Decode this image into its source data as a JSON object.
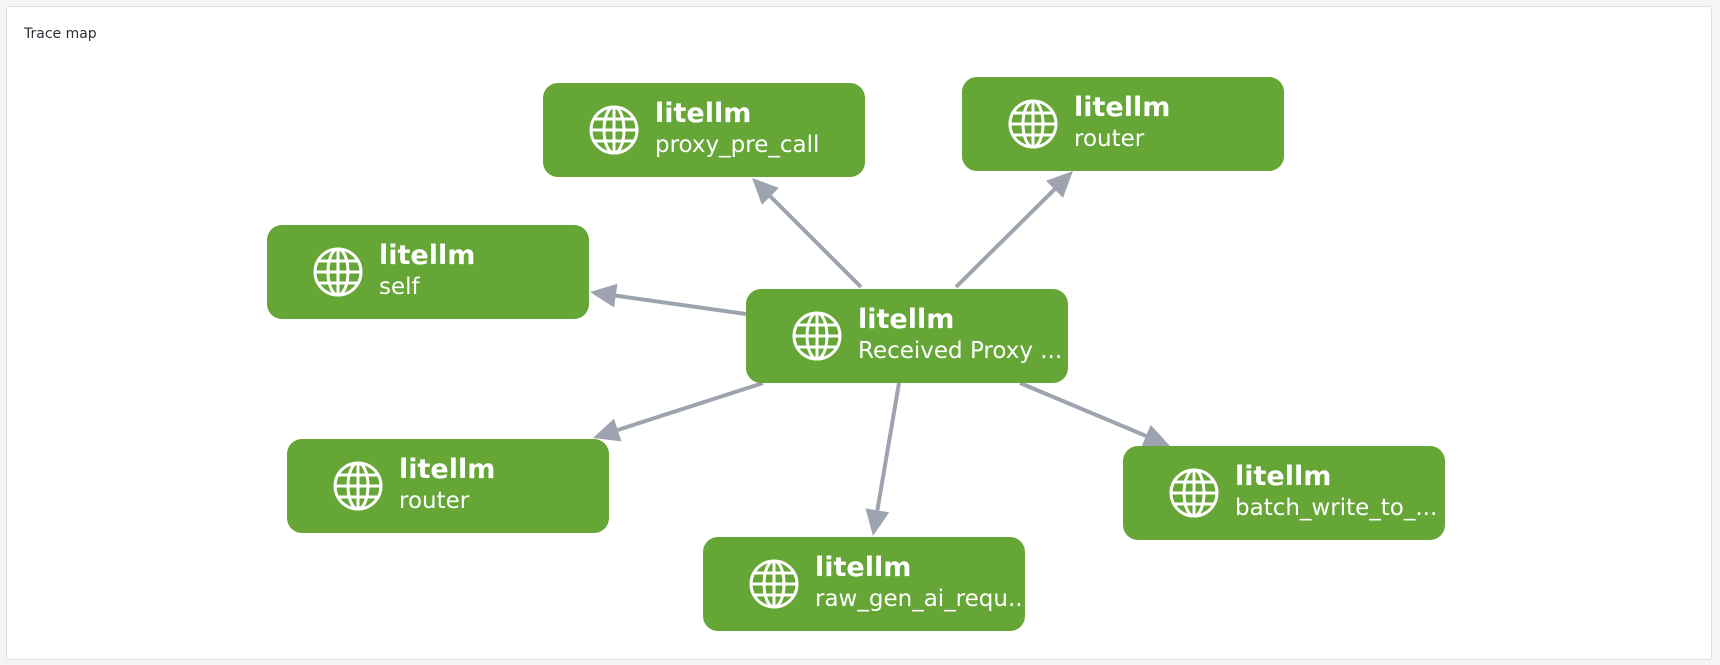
{
  "panel": {
    "title": "Trace map"
  },
  "colors": {
    "node_fill": "#65a637",
    "edge": "#9ea4af",
    "text": "#ffffff"
  },
  "icons": {
    "node_icon": "globe-icon"
  },
  "nodes": [
    {
      "id": "center",
      "service": "litellm",
      "operation": "Received Proxy ..."
    },
    {
      "id": "proxy_pre_call",
      "service": "litellm",
      "operation": "proxy_pre_call"
    },
    {
      "id": "router_top",
      "service": "litellm",
      "operation": "router"
    },
    {
      "id": "self",
      "service": "litellm",
      "operation": "self"
    },
    {
      "id": "router_left",
      "service": "litellm",
      "operation": "router"
    },
    {
      "id": "raw_gen_ai",
      "service": "litellm",
      "operation": "raw_gen_ai_requ..."
    },
    {
      "id": "batch_write",
      "service": "litellm",
      "operation": "batch_write_to_..."
    }
  ],
  "edges": [
    {
      "from": "center",
      "to": "proxy_pre_call"
    },
    {
      "from": "center",
      "to": "router_top"
    },
    {
      "from": "center",
      "to": "self"
    },
    {
      "from": "center",
      "to": "router_left"
    },
    {
      "from": "center",
      "to": "raw_gen_ai"
    },
    {
      "from": "center",
      "to": "batch_write"
    }
  ]
}
